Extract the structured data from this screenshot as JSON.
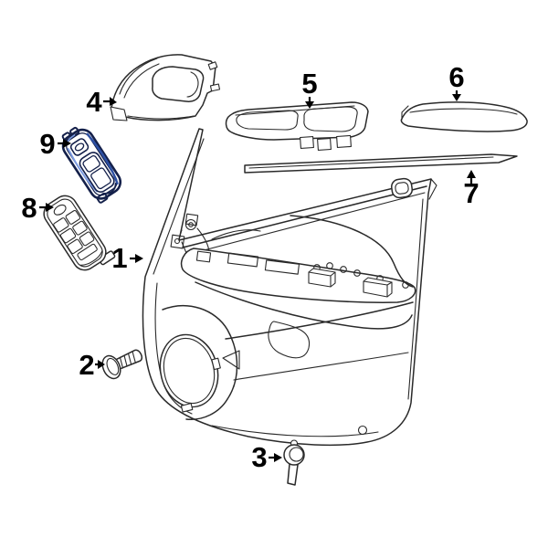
{
  "diagram": {
    "highlight_fill": "#3a62c5",
    "highlight_stroke": "#14204a",
    "highlight_light": "#7d9ce2",
    "highlight_shade": "#2c4fa3",
    "line_color": "#2a2a2a"
  },
  "callouts": [
    {
      "number": "1",
      "part": "door-trim-panel"
    },
    {
      "number": "2",
      "part": "screw"
    },
    {
      "number": "3",
      "part": "retainer-clip"
    },
    {
      "number": "4",
      "part": "inner-handle-bezel"
    },
    {
      "number": "5",
      "part": "switch-bezel-plate"
    },
    {
      "number": "6",
      "part": "armrest-pad"
    },
    {
      "number": "7",
      "part": "belt-molding-strip"
    },
    {
      "number": "8",
      "part": "master-window-switch"
    },
    {
      "number": "9",
      "part": "window-switch-highlighted"
    }
  ]
}
